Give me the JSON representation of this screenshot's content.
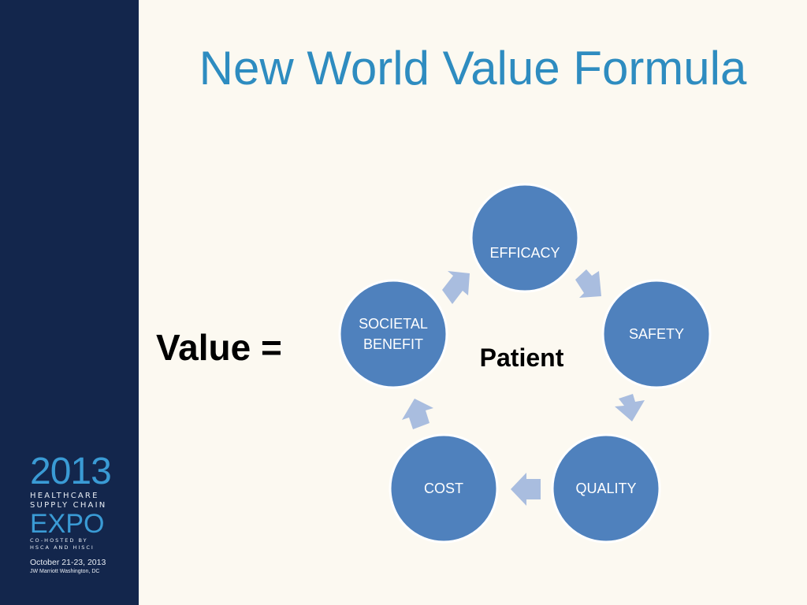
{
  "slide": {
    "title": "New World Value Formula",
    "value_label": "Value =",
    "center_label": "Patient"
  },
  "diagram": {
    "nodes": [
      {
        "id": "efficacy",
        "lines": [
          "EFFICACY"
        ]
      },
      {
        "id": "safety",
        "lines": [
          "SAFETY"
        ]
      },
      {
        "id": "quality",
        "lines": [
          "QUALITY"
        ]
      },
      {
        "id": "cost",
        "lines": [
          "COST"
        ]
      },
      {
        "id": "societal-benefit",
        "lines": [
          "SOCIETAL",
          "BENEFIT"
        ]
      }
    ],
    "colors": {
      "node": "#4f81bd",
      "arrow": "#a9bddf",
      "title": "#2e8cc0",
      "sidebar": "#13264c"
    }
  },
  "logo": {
    "year": "2013",
    "line1": "HEALTHCARE",
    "line2": "SUPPLY CHAIN",
    "expo": "EXPO",
    "cohost1": "CO-HOSTED BY",
    "cohost2": "HSCA AND HISCI",
    "dates": "October 21-23, 2013",
    "venue": "JW Marriott Washington, DC"
  }
}
